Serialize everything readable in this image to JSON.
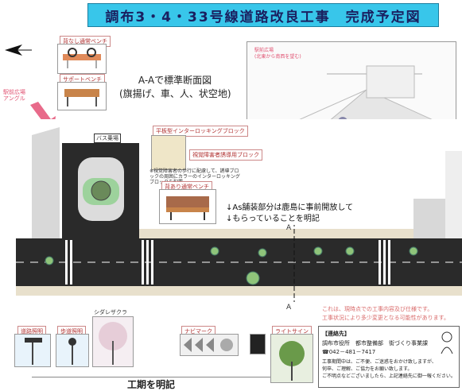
{
  "title": "調布3・4・33号線道路改良工事　完成予定図",
  "labels": {
    "bench_no_back": "背なし通常ベンチ",
    "bench_support": "サポートベンチ",
    "bus_stop": "バス乗場",
    "plaza_angle": "駅前広場\nアングル",
    "plaza_perspective": "駅前広場\n(北東から南西を望む)",
    "interlocking": "平板型インターロッキングブロック",
    "tactile": "視覚障害者誘導用ブロック",
    "tactile_note": "※視覚障害者の歩行に配慮して、誘導ブロックの周囲にカラーのインターロッキングブロックを配置",
    "bench_back": "背あり通常ベンチ",
    "street_light": "道路照明",
    "pedestrian_light": "歩道照明",
    "shidare_sakura": "シダレザクラ",
    "navimark": "ナビマーク",
    "lighting_sign": "ライトサイン"
  },
  "section_heading": "A-Aで標準断面図\n(旗揚げ、車、人、状空地)",
  "annotation": "↓As舗装部分は鹿島に事前開放して\n↓もらっていることを明記",
  "section_marker": "A",
  "pink_note": "これは、現時点での工事内容及び仕様です。\n工事状況により多少変更となる可能性があります。",
  "contact": {
    "heading": "【連絡先】",
    "office": "調布市役所　都市整備部　街づくり事業課",
    "tel": "☎042－481－7417",
    "message": "工事期間中は、ご不便、ご迷惑をおかけ致しますが、\n何卒、ご理解、ご協力をお願い致します。\nご不明点などございましたら、上記連絡先に御一報ください。"
  },
  "bottom_note": "工期を明記",
  "colors": {
    "title_bg": "#38c6ea",
    "road": "#2a2a2a",
    "plaza_green": "#9dd29c",
    "pink": "#e86a8a"
  }
}
